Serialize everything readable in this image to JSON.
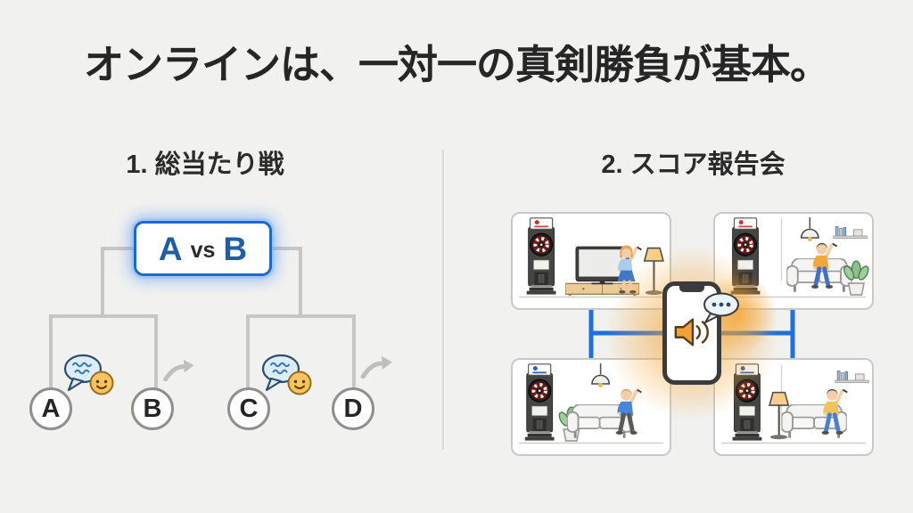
{
  "title": "オンラインは、一対一の真剣勝負が基本。",
  "colors": {
    "background": "#f1f1ef",
    "accent_blue": "#1a6ad2",
    "match_letter_blue": "#1d5fa7",
    "connector_blue": "#1f6fe0",
    "glow_orange": "#f4a028",
    "bracket_line_gray": "#c6c6c4"
  },
  "left_section": {
    "heading": "1. 総当たり戦",
    "match_box": {
      "left": "A",
      "vs": "vs",
      "right": "B"
    },
    "players": [
      "A",
      "B",
      "C",
      "D"
    ],
    "icons": {
      "chat": "chat-bubble-with-smiley-icon",
      "pass": "pass-arrow-icon"
    }
  },
  "right_section": {
    "heading": "2. スコア報告会",
    "rooms": [
      "top-left",
      "top-right",
      "bottom-left",
      "bottom-right"
    ],
    "phone_icons": {
      "speaker": "speaker-icon",
      "typing": "typing-dots-bubble-icon"
    }
  }
}
